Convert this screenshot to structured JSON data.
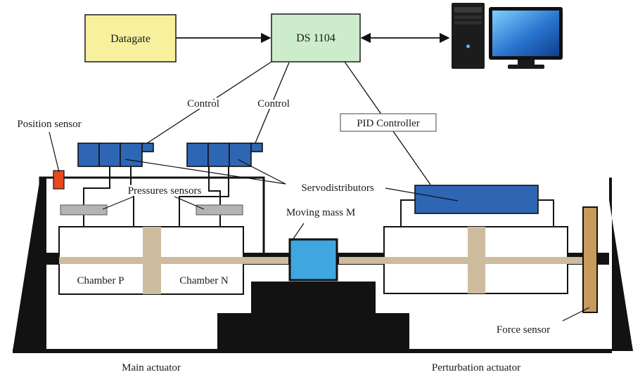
{
  "blocks": {
    "datagate": "Datagate",
    "ds1104": "DS 1104",
    "pid_controller": "PID Controller"
  },
  "labels": {
    "control_left": "Control",
    "control_right": "Control",
    "position_sensor": "Position sensor",
    "pressures_sensors": "Pressures sensors",
    "servodistributors": "Servodistributors",
    "moving_mass": "Moving mass M",
    "chamber_p": "Chamber P",
    "chamber_n": "Chamber N",
    "force_sensor": "Force sensor",
    "main_actuator": "Main actuator",
    "perturbation_actuator": "Perturbation actuator"
  },
  "colors": {
    "datagate_fill": "#f7f19e",
    "ds1104_fill": "#cdeccb",
    "servo_fill": "#2f66b4",
    "sensor_fill": "#b4b4b4",
    "position_sensor_fill": "#e8481e",
    "mass_fill": "#3fa6e0",
    "rod_fill": "#cdbc9d",
    "force_sensor_fill": "#c89a5c",
    "frame": "#121212"
  },
  "icons": {
    "computer": "desktop-computer-icon"
  }
}
